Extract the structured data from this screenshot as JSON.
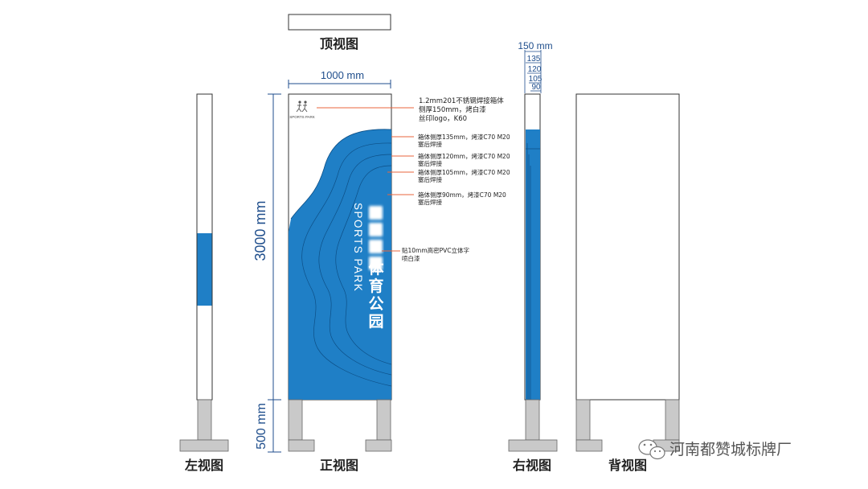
{
  "colors": {
    "accent_blue": "#1f7fc6",
    "dimension_blue": "#1f4e8c",
    "leader_orange": "#e8643c",
    "base_gray": "#c9c9c9"
  },
  "views": {
    "top": "顶视图",
    "left": "左视图",
    "front": "正视图",
    "right": "右视图",
    "back": "背视图"
  },
  "dimensions": {
    "width": "1000 mm",
    "height_main": "3000 mm",
    "height_base": "500 mm",
    "depth": "150 mm",
    "layer_135": "135",
    "layer_120": "120",
    "layer_105": "105",
    "layer_90": "90"
  },
  "sign": {
    "title_cn": "体育公园",
    "title_en": "SPORTS PARK",
    "logo_caption": "SPORTS PARK",
    "logo_icon": "running-figures-icon"
  },
  "annotations": {
    "box_line1": "1.2mm201不锈钢焊接箱体",
    "box_line2": "侧厚150mm，烤白漆",
    "box_line3": "丝印logo，K60",
    "layer1_line1": "箱体侧厚135mm，烤漆C70 M20",
    "layer1_line2": "塞后焊接",
    "layer2_line1": "箱体侧厚120mm，烤漆C70 M20",
    "layer2_line2": "塞后焊接",
    "layer3_line1": "箱体侧厚105mm，烤漆C70 M20",
    "layer3_line2": "塞后焊接",
    "layer4_line1": "箱体侧厚90mm，烤漆C70 M20",
    "layer4_line2": "塞后焊接",
    "pvc_line1": "贴10mm高密PVC立体字",
    "pvc_line2": "喷白漆"
  },
  "watermark": {
    "text": "河南都赞城标牌厂",
    "icon": "wechat-icon"
  }
}
